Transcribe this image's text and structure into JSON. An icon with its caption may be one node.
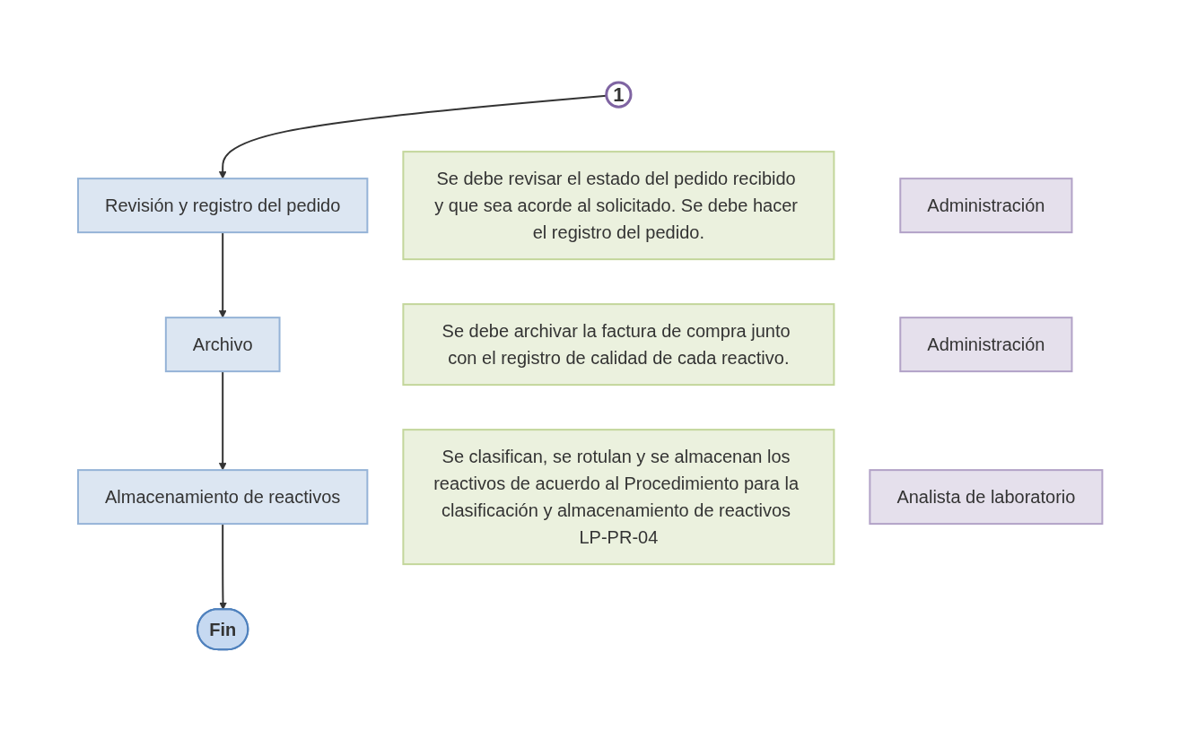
{
  "diagram": {
    "nodes": [
      {
        "text": [
          "1"
        ]
      },
      {
        "text": [
          "Revisión y registro del pedido"
        ]
      },
      {
        "text": [
          "Se debe revisar el estado del pedido recibido y que sea acorde al solicitado. Se debe hacer el registro del pedido."
        ]
      },
      {
        "text": [
          "Administración"
        ]
      },
      {
        "text": [
          "Archivo"
        ]
      },
      {
        "text": [
          "Se debe archivar la factura de compra junto con el registro de calidad de cada reactivo."
        ]
      },
      {
        "text": [
          "Administración"
        ]
      },
      {
        "text": [
          "Almacenamiento de reactivos"
        ]
      },
      {
        "text": [
          "Se clasifican, se rotulan y se almacenan los reactivos de acuerdo al Procedimiento para la clasificación y almacenamiento de reactivos LP-PR-04"
        ]
      },
      {
        "text": [
          "Analista de laboratorio"
        ]
      },
      {
        "text": [
          "Fin"
        ]
      }
    ],
    "edges": [
      {
        "from": 0,
        "to": 1,
        "arrow": "to"
      },
      {
        "from": 1,
        "to": 4,
        "arrow": "to"
      },
      {
        "from": 4,
        "to": 7,
        "arrow": "to"
      },
      {
        "from": 7,
        "to": 10,
        "arrow": "to"
      }
    ]
  }
}
